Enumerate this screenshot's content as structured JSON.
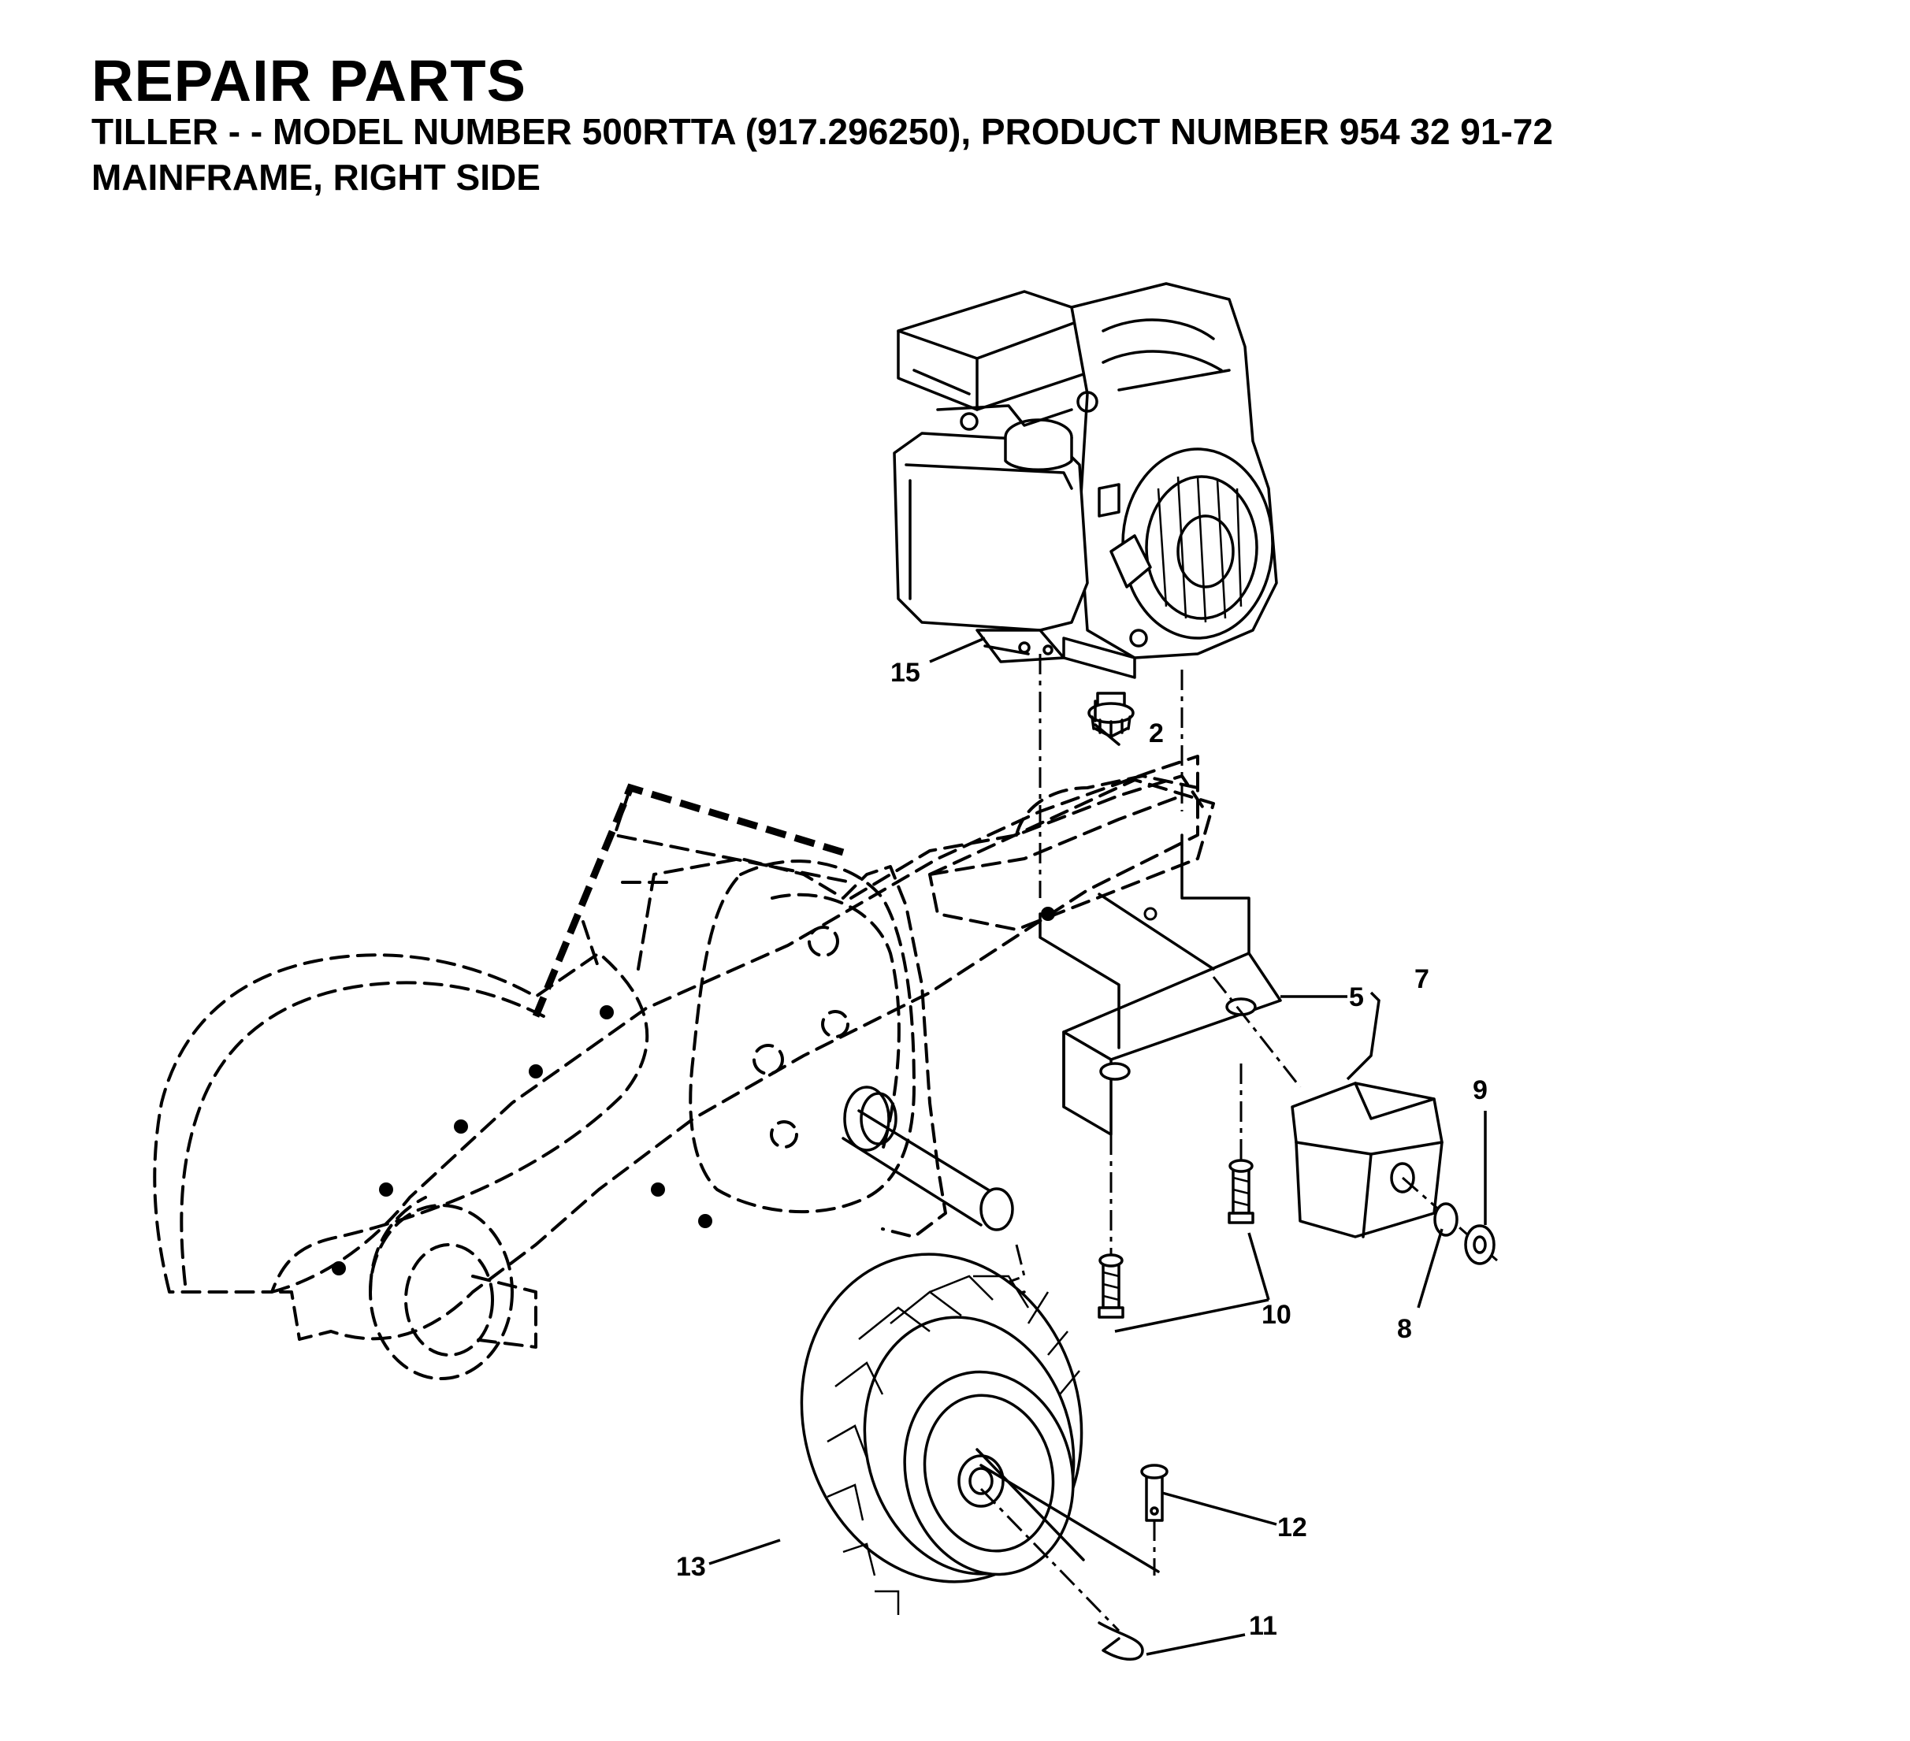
{
  "header": {
    "title": "REPAIR PARTS",
    "subtitle": " TILLER - - MODEL NUMBER 500RTTA (917.296250), PRODUCT NUMBER 954 32 91-72",
    "section": "MAINFRAME, RIGHT SIDE"
  },
  "callouts": {
    "c2": "2",
    "c5": "5",
    "c7": "7",
    "c8": "8",
    "c9": "9",
    "c10": "10",
    "c11": "11",
    "c12": "12",
    "c13": "13",
    "c15": "15"
  }
}
